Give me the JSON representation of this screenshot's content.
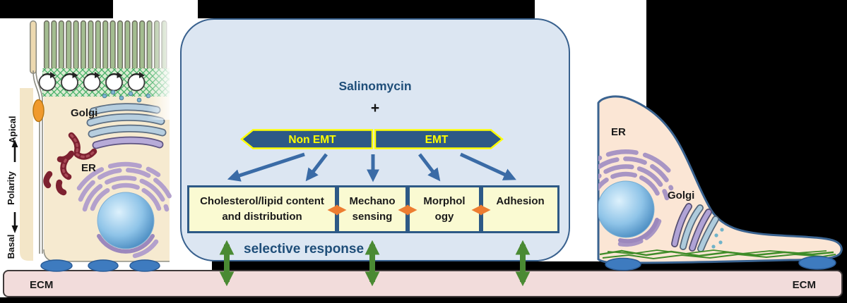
{
  "left_cell": {
    "axis": {
      "apical": "Apical",
      "polarity": "Polarity",
      "basal": "Basal"
    },
    "golgi_label": "Golgi",
    "er_label": "ER"
  },
  "center": {
    "title": "Salinomycin",
    "plus": "+",
    "banners": [
      {
        "label": "Non EMT"
      },
      {
        "label": "EMT"
      }
    ],
    "boxes": [
      {
        "line1": "Cholesterol/lipid content",
        "line2": "and distribution"
      },
      {
        "line1": "Mechano",
        "line2": "sensing"
      },
      {
        "line1": "Morphol",
        "line2": "ogy"
      },
      {
        "line1": "Adhesion",
        "line2": ""
      }
    ],
    "footer": "selective response"
  },
  "right_cell": {
    "er_label": "ER",
    "golgi_label": "Golgi"
  },
  "ecm": {
    "label_left": "ECM",
    "label_right": "ECM"
  },
  "colors": {
    "container_fill": "#dce6f2",
    "container_border": "#39618e",
    "banner_fill": "#2d5986",
    "banner_outline": "#ffff00",
    "banner_text": "#ffff00",
    "title_text": "#1f4e79",
    "box_fill": "#fafad2",
    "box_border": "#2d5986",
    "connector_blue": "#3a6ba6",
    "link_orange": "#ed7d31",
    "response_green": "#4a8a33",
    "ecm_fill": "#f2dcdb",
    "ecm_border": "#403a3a",
    "background_black": "#000000"
  }
}
